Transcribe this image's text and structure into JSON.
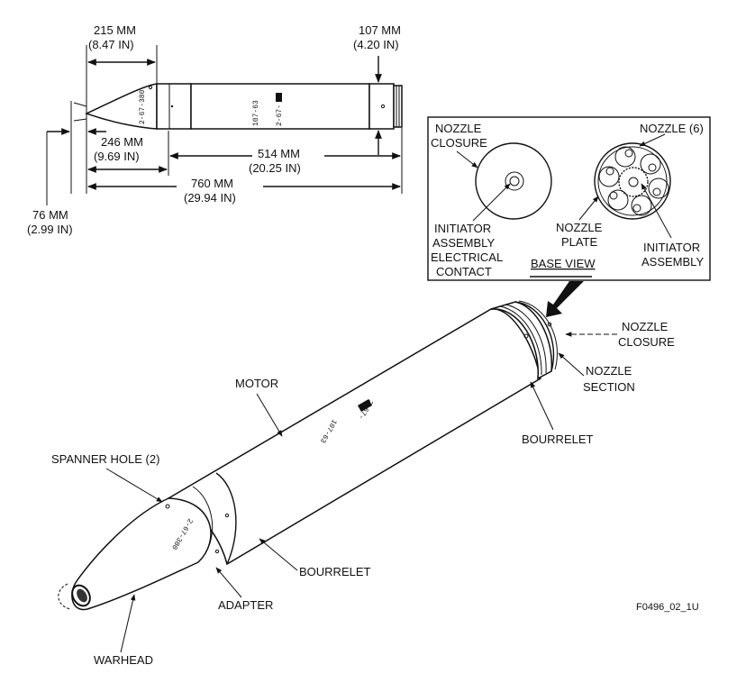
{
  "figure_id": "F0496_02_1U",
  "side_view": {
    "dimensions": {
      "warhead_length": {
        "mm": "215 MM",
        "in": "(8.47 IN)"
      },
      "caliber": {
        "mm": "107 MM",
        "in": "(4.20 IN)"
      },
      "warhead_adapter_length": {
        "mm": "246 MM",
        "in": "(9.69 IN)"
      },
      "motor_length": {
        "mm": "514 MM",
        "in": "(20.25 IN)"
      },
      "overall_length": {
        "mm": "760 MM",
        "in": "(29.94 IN)"
      },
      "fuze_diameter": {
        "mm": "76 MM",
        "in": "(2.99 IN)"
      }
    },
    "markings": {
      "warhead": "2-67-380",
      "motor_lot": "107-63",
      "motor_date": "2-67-"
    }
  },
  "base_view": {
    "title": "BASE VIEW",
    "labels": {
      "nozzle_closure": [
        "NOZZLE",
        "CLOSURE"
      ],
      "initiator_contact": [
        "INITIATOR",
        "ASSEMBLY",
        "ELECTRICAL",
        "CONTACT"
      ],
      "nozzle_count": "NOZZLE (6)",
      "nozzle_plate": [
        "NOZZLE",
        "PLATE"
      ],
      "initiator_assembly": [
        "INITIATOR",
        "ASSEMBLY"
      ]
    }
  },
  "isometric_view": {
    "labels": {
      "motor": "MOTOR",
      "spanner_hole": "SPANNER HOLE (2)",
      "bourrelet_front": "BOURRELET",
      "adapter": "ADAPTER",
      "warhead": "WARHEAD",
      "nozzle_closure": [
        "NOZZLE",
        "CLOSURE"
      ],
      "nozzle_section": [
        "NOZZLE",
        "SECTION"
      ],
      "bourrelet_rear": "BOURRELET"
    },
    "markings": {
      "warhead": "2-67-380",
      "motor_lot": "107-63",
      "motor_date": "2-67-"
    }
  }
}
